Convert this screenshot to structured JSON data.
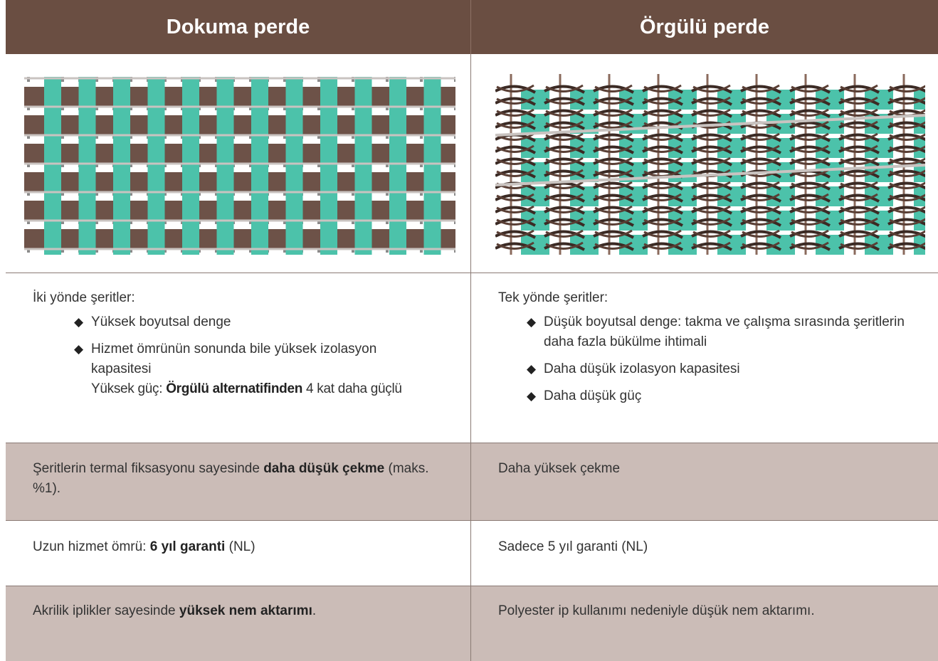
{
  "header": {
    "left_title": "Dokuma perde",
    "right_title": "Örgülü perde"
  },
  "colors": {
    "header_bg": "#6a4e42",
    "row_shade": "#cbbcb7",
    "strip_teal": "#4cc2aa",
    "strip_brown": "#6d5248",
    "thread_grey": "#c9c3c0",
    "dark_brown": "#3b2a24"
  },
  "icons": [
    "woven-fabric-illustration",
    "knitted-fabric-illustration",
    "diamond-bullet-icon"
  ],
  "row_properties": {
    "left": {
      "intro": "İki yönde şeritler:",
      "bullets": [
        "Yüksek boyutsal denge",
        "Hizmet ömrünün sonunda bile yüksek izolasyon kapasitesi"
      ],
      "extra_prefix": "Yüksek güç: ",
      "extra_bold": "Örgülü alternatifinden",
      "extra_suffix": " 4 kat daha güçlü"
    },
    "right": {
      "intro": "Tek yönde şeritler:",
      "bullets": [
        "Düşük boyutsal denge: takma ve çalışma sırasında şeritlerin daha fazla bükülme ihtimali",
        "Daha düşük izolasyon kapasitesi",
        "Daha düşük güç"
      ]
    }
  },
  "row_shrink": {
    "left_prefix": "Şeritlerin termal fiksasyonu sayesinde ",
    "left_bold": "daha düşük çekme",
    "left_suffix": " (maks. %1).",
    "right": "Daha yüksek çekme"
  },
  "row_life": {
    "left_prefix": "Uzun hizmet ömrü: ",
    "left_bold": "6 yıl garanti",
    "left_suffix": " (NL)",
    "right": "Sadece 5 yıl garanti (NL)"
  },
  "row_moisture": {
    "left_prefix": "Akrilik iplikler sayesinde ",
    "left_bold": "yüksek nem aktarımı",
    "left_suffix": ".",
    "right": "Polyester ip kullanımı nedeniyle düşük nem aktarımı."
  }
}
